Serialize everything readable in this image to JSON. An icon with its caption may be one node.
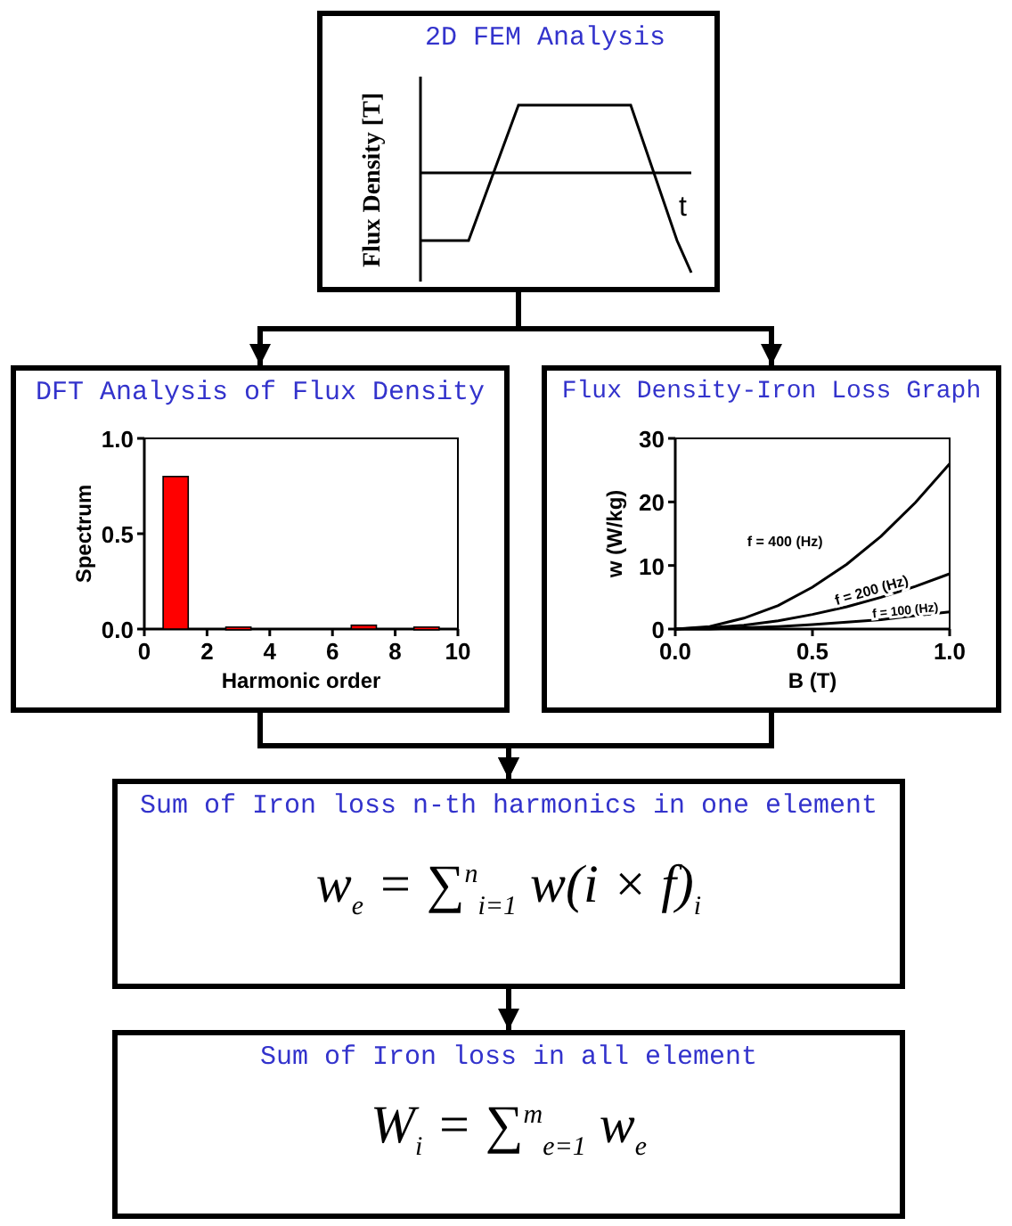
{
  "diagram": {
    "nodes": [
      {
        "text": [
          "2D FEM Analysis",
          "Flux Density [T]",
          "t"
        ]
      },
      {
        "text": [
          "DFT Analysis of Flux Density"
        ]
      },
      {
        "text": [
          "Flux Density-Iron Loss Graph"
        ]
      },
      {
        "text": [
          "Sum of Iron loss n-th harmonics in one element",
          "w$_{e}$ = ∑$^{n}$$_{i=1}$ w(i × f)$_{i}$"
        ]
      },
      {
        "text": [
          "Sum of Iron loss in all element",
          "W$_{i}$ = ∑$^{m}$$_{e=1}$ w$_{e}$"
        ]
      }
    ],
    "edges": [
      {
        "from": 0,
        "to": 1,
        "arrow": "to"
      },
      {
        "from": 0,
        "to": 2,
        "arrow": "to"
      },
      {
        "from": 1,
        "to": 3,
        "arrow": "to"
      },
      {
        "from": 2,
        "to": 3,
        "arrow": "to"
      },
      {
        "from": 3,
        "to": 4,
        "arrow": "to"
      }
    ],
    "chart_data": [
      {
        "type": "bar",
        "xlabel": "Harmonic order",
        "ylabel": "Spectrum",
        "x": [
          1,
          3,
          7,
          9
        ],
        "series": [
          {
            "color": "#ff0000",
            "values": [
              0.8,
              0.01,
              0.02,
              0.01
            ]
          }
        ],
        "xlim": [
          0,
          10
        ],
        "ylim": [
          0,
          1
        ],
        "xticks": [
          0,
          2,
          4,
          6,
          8,
          10
        ],
        "yticks": [
          {
            "value": 0,
            "label": "0.0"
          },
          {
            "value": 0.5,
            "label": "0.5"
          },
          {
            "value": 1,
            "label": "1.0"
          }
        ]
      },
      {
        "type": "line",
        "xlabel": "B (T)",
        "ylabel": "w (W/kg)",
        "x": [
          0,
          0.125,
          0.25,
          0.375,
          0.5,
          0.625,
          0.75,
          0.875,
          1
        ],
        "series": [
          {
            "name": "f = 400 (Hz)",
            "color": "#000000",
            "values": [
              0,
              0.4,
              1.7,
              3.7,
              6.6,
              10.2,
              14.6,
              19.9,
              26
            ]
          },
          {
            "name": "f = 200 (Hz)",
            "color": "#000000",
            "values": [
              0,
              0.2,
              0.6,
              1.3,
              2.3,
              3.5,
              5.0,
              6.7,
              8.7
            ]
          },
          {
            "name": "f = 100 (Hz)",
            "color": "#000000",
            "values": [
              0,
              0,
              0.2,
              0.4,
              0.7,
              1.1,
              1.5,
              2.1,
              2.7
            ]
          }
        ],
        "xlim": [
          0,
          1
        ],
        "ylim": [
          0,
          30
        ],
        "xticks": [
          {
            "value": 0,
            "label": "0.0"
          },
          {
            "value": 0.5,
            "label": "0.5"
          },
          {
            "value": 1,
            "label": "1.0"
          }
        ],
        "yticks": [
          0,
          10,
          20,
          30
        ]
      }
    ]
  }
}
